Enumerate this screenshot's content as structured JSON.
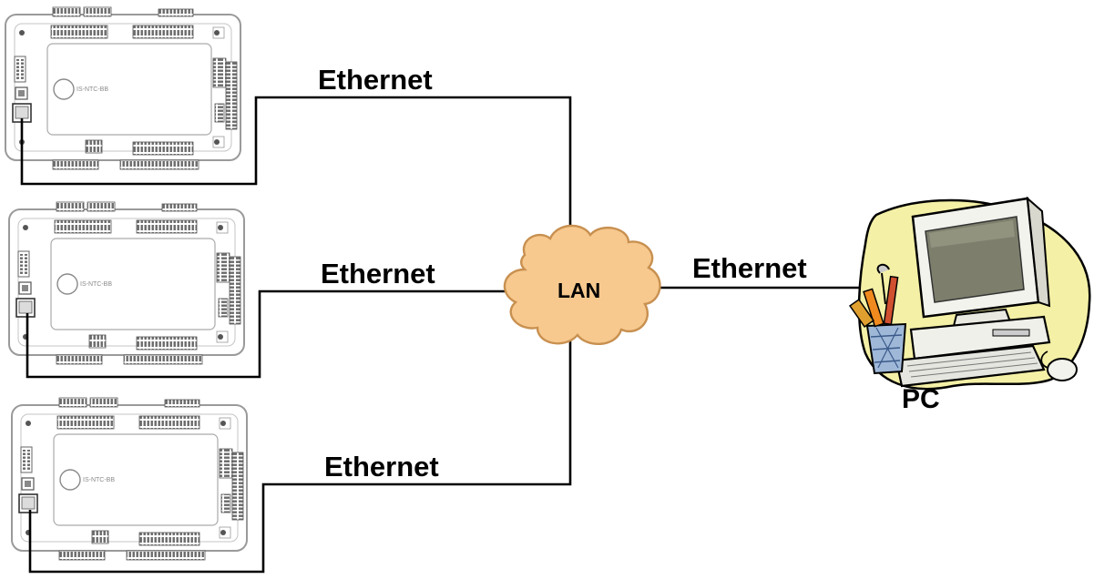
{
  "controllers": [
    {
      "model_label": "IS-NTC-BB",
      "link_label": "Ethernet"
    },
    {
      "model_label": "IS-NTC-BB",
      "link_label": "Ethernet"
    },
    {
      "model_label": "IS-NTC-BB",
      "link_label": "Ethernet"
    }
  ],
  "network": {
    "label": "LAN"
  },
  "pc": {
    "label": "PC",
    "link_label": "Ethernet"
  },
  "colors": {
    "line": "#000000",
    "controller_outline": "#9a9a9a",
    "cloud_fill": "#f7c98e",
    "cloud_stroke": "#c89050",
    "pc_backdrop": "#f4f0a6",
    "monitor_body": "#f3f3ee",
    "screen": "#7d7f6c"
  },
  "icons": [
    "controller-board",
    "lan-cloud",
    "pc-computer",
    "tool-cup"
  ]
}
